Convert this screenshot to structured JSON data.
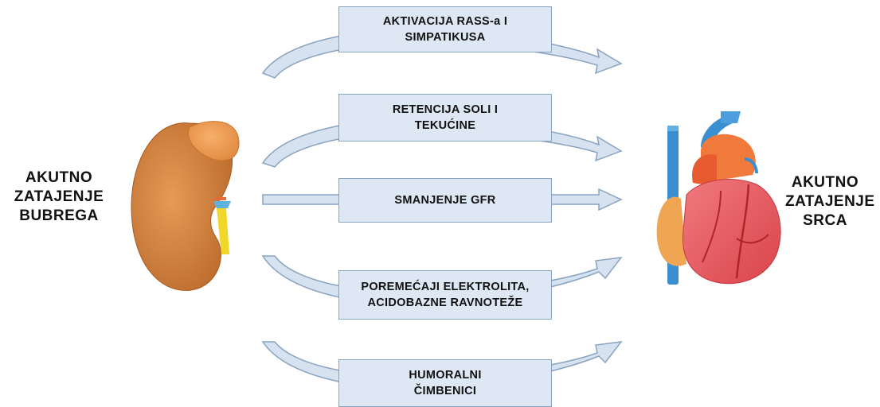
{
  "left_label": [
    "AKUTNO",
    "ZATAJENJE",
    "BUBREGA"
  ],
  "right_label": [
    "AKUTNO",
    "ZATAJENJE",
    "SRCA"
  ],
  "boxes": [
    {
      "lines": [
        "AKTIVACIJA RASS-a I",
        "SIMPATIKUSA"
      ]
    },
    {
      "lines": [
        "RETENCIJA SOLI I",
        "TEKUĆINE"
      ]
    },
    {
      "lines": [
        "SMANJENJE GFR"
      ]
    },
    {
      "lines": [
        "POREMEĆAJI ELEKTROLITA,",
        "ACIDOBAZNE RAVNOTEŽE"
      ]
    },
    {
      "lines": [
        "HUMORALNI",
        "ČIMBENICI"
      ]
    }
  ],
  "colors": {
    "arrow_fill": "#d6e2ef",
    "arrow_stroke": "#8aa3c0",
    "box_fill": "#dde8f4",
    "kidney": "#d17f3a",
    "heart_red": "#e8545a",
    "vessel_blue": "#3a8fd0"
  },
  "icons": [
    "kidney-icon",
    "heart-icon"
  ]
}
